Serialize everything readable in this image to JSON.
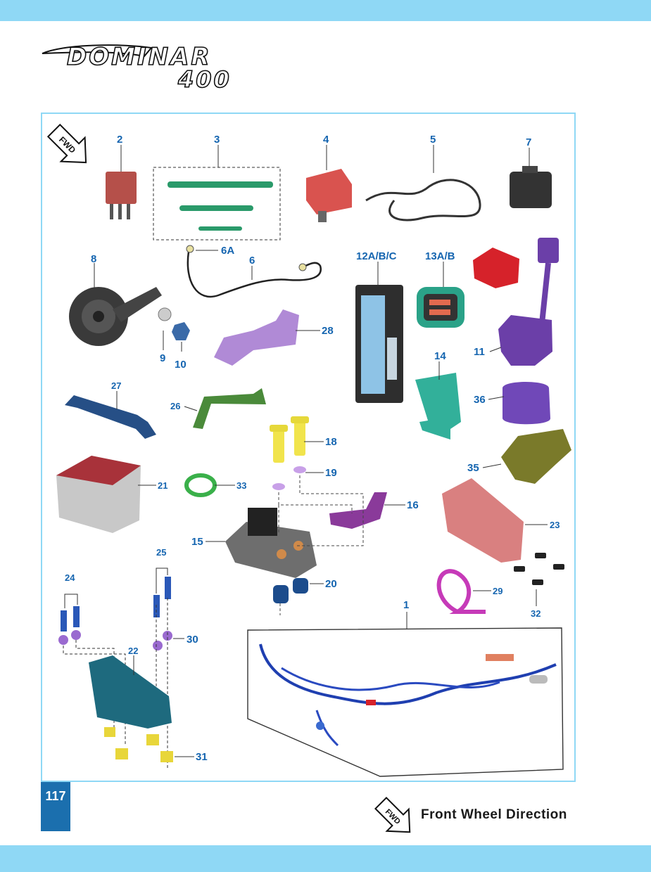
{
  "brand": {
    "logo_line1": "DOMINAR",
    "logo_line2": "400"
  },
  "page": {
    "number": "117",
    "fwd_badge": "FWD",
    "legend_text": "Front Wheel Direction"
  },
  "callouts": {
    "c2": "2",
    "c3": "3",
    "c4": "4",
    "c5": "5",
    "c7": "7",
    "c6A": "6A",
    "c6": "6",
    "c8": "8",
    "c9": "9",
    "c10": "10",
    "c12": "12A/B/C",
    "c13": "13A/B",
    "c28": "28",
    "c11": "11",
    "c14": "14",
    "c36": "36",
    "c27": "27",
    "c26": "26",
    "c18": "18",
    "c19": "19",
    "c35": "35",
    "c21": "21",
    "c33": "33",
    "c16": "16",
    "c15": "15",
    "c23": "23",
    "c25": "25",
    "c20": "20",
    "c24": "24",
    "c29": "29",
    "c1": "1",
    "c32": "32",
    "c30": "30",
    "c22": "22",
    "c31": "31"
  }
}
